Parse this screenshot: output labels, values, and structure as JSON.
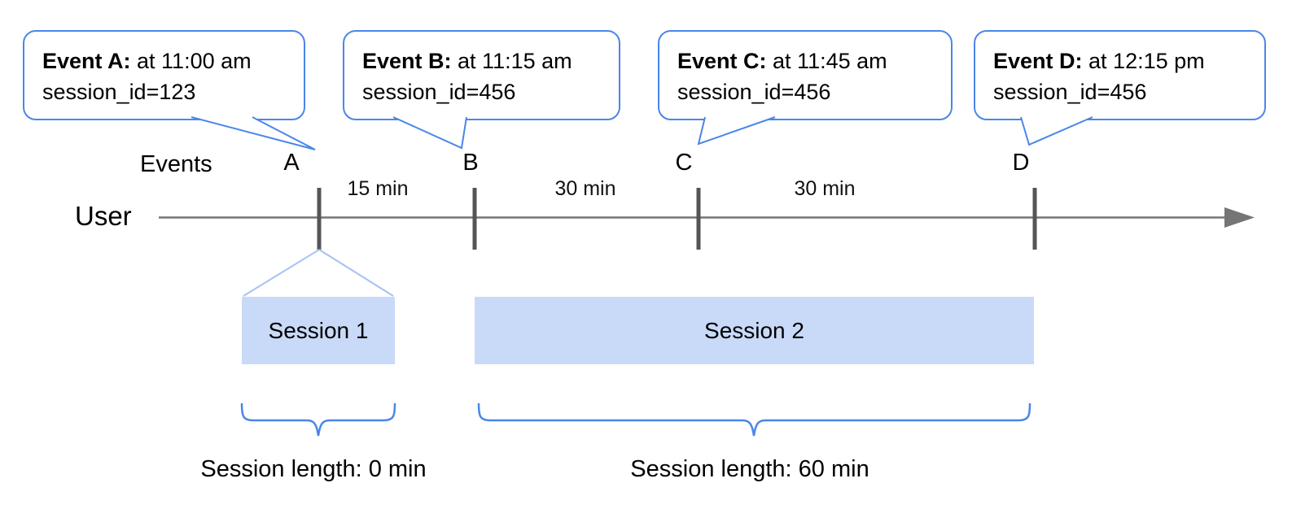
{
  "bubbles": [
    {
      "label": "Event A:",
      "time": " at 11:00 am",
      "session": "session_id=123"
    },
    {
      "label": "Event B:",
      "time": " at 11:15 am",
      "session": "session_id=456"
    },
    {
      "label": "Event C:",
      "time": " at 11:45 am",
      "session": "session_id=456"
    },
    {
      "label": "Event D:",
      "time": " at 12:15 pm",
      "session": "session_id=456"
    }
  ],
  "axis": {
    "events_label": "Events",
    "user_label": "User",
    "event_letters": [
      "A",
      "B",
      "C",
      "D"
    ],
    "intervals": [
      {
        "label": "15 min"
      },
      {
        "label": "30 min"
      },
      {
        "label": "30 min"
      }
    ]
  },
  "sessions": [
    {
      "name": "Session 1",
      "length_label": "Session length: 0 min"
    },
    {
      "name": "Session 2",
      "length_label": "Session length: 60 min"
    }
  ],
  "colors": {
    "accent_blue": "#4a86e8",
    "light_blue": "#a4c2f4",
    "session_fill": "#c9daf8",
    "line_gray": "#757575",
    "tick_gray": "#555555"
  }
}
